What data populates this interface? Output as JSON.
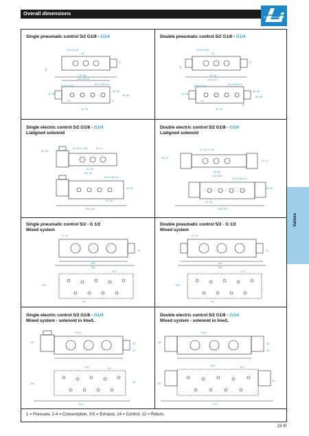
{
  "header": {
    "title": "Overall dimensions"
  },
  "side_tab": {
    "label": "Valves"
  },
  "cells": [
    {
      "line1": "Single pneumatic control 5/2  G1/8 - ",
      "hl": "G1/4",
      "line2": ""
    },
    {
      "line1": "Double pneumatic control  5/2  G1/8 - ",
      "hl": "G1/4",
      "line2": ""
    },
    {
      "line1": "Single electric control  5/2  G1/8 - ",
      "hl": "G1/4",
      "line2": "L/aligned solenoid"
    },
    {
      "line1": "Double electric control  5/2  G1/8 - ",
      "hl": "G1/4",
      "line2": "L/aligned solenoid"
    },
    {
      "line1": "Single pneumatic control 5/2 - G 1/2",
      "hl": "",
      "line2": "Mixed system"
    },
    {
      "line1": "Double pneumatic control 5/2 - G 1/2",
      "hl": "",
      "line2": "Mixed system"
    },
    {
      "line1": "Single electric control 5/2  G1/8 - ",
      "hl": "G1/4",
      "line2": "Mixed system - solenoid in line/L"
    },
    {
      "line1": "Double electric control 5/2  G1/8 - ",
      "hl": "G1/4",
      "line2": "Mixed system - solenoid in line/L"
    }
  ],
  "legend": "1 = Pressure,  2-4 = Consumption,  3-5 = Exhaust,  14 = Control,  12 = Return.",
  "page_number": "23 III",
  "dims": {
    "c1": [
      "G1/4 G1/8",
      "44",
      "43",
      "22",
      "44 36",
      "115 102.5",
      "G1/4 G1/8",
      "40 35",
      "Ø 5.5 Ø 4.8",
      "14",
      "12",
      "40 30",
      "48 36",
      "32 18"
    ],
    "c2": [
      "G1/4 G1/8",
      "44",
      "43",
      "22",
      "44 36",
      "126 112",
      "G1/4 G1/8",
      "40 35",
      "Ø 5.5 Ø 4.8",
      "14",
      "12",
      "40 30",
      "48 36",
      "32 18"
    ],
    "c3": [
      "35 30",
      "G 1/4 G 1/8",
      "22 17",
      "62 45",
      "114 98",
      "Ø 5.5 Ø 4.8",
      "40 30",
      "32 18",
      "185 164"
    ],
    "c4": [
      "35 30",
      "G 1/4 G 1/8",
      "22 17",
      "62 45",
      "132 118",
      "Ø 5.5 Ø 4.8",
      "40 30",
      "32 18",
      "248 220"
    ],
    "c5": [
      "G 1/2",
      "72",
      "155",
      "152",
      "6.5",
      "105",
      "40"
    ],
    "c6": [
      "G 1/2",
      "72",
      "164",
      "158",
      "6.5",
      "105",
      "40"
    ],
    "c7": [
      "G1/4",
      "40",
      "40",
      "20",
      "120",
      "6.5",
      "40",
      "66",
      "241"
    ],
    "c8": [
      "G1/4",
      "40",
      "40",
      "20",
      "104",
      "6.5",
      "40",
      "66",
      "271"
    ]
  }
}
